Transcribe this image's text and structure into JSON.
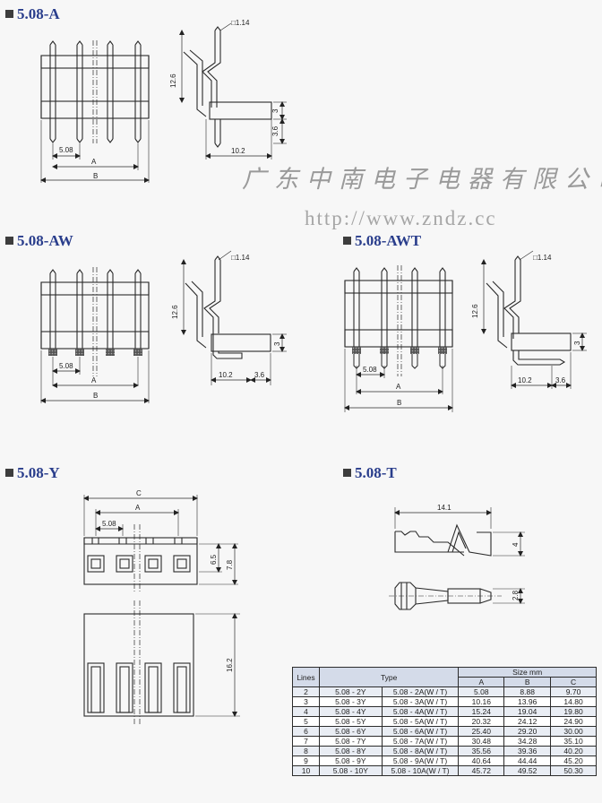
{
  "sections": [
    {
      "id": "a",
      "title": "5.08-A"
    },
    {
      "id": "aw",
      "title": "5.08-AW"
    },
    {
      "id": "awt",
      "title": "5.08-AWT"
    },
    {
      "id": "y",
      "title": "5.08-Y"
    },
    {
      "id": "t",
      "title": "5.08-T"
    }
  ],
  "watermark": {
    "company": "广东中南电子电器有限公司",
    "url": "http://www.zndz.cc"
  },
  "dims": {
    "pin_square": "□1.14",
    "pitch": "5.08",
    "A": "A",
    "B": "B",
    "C": "C",
    "h_12_6": "12.6",
    "h_3": "3",
    "h_3_6": "3.6",
    "w_10_2": "10.2",
    "h_6_5": "6.5",
    "h_7_8": "7.8",
    "h_16_2": "16.2",
    "w_14_1": "14.1",
    "h_4": "4",
    "h_2_8": "2.8"
  },
  "table": {
    "header": {
      "lines": "Lines",
      "type": "Type",
      "size": "Size mm",
      "a": "A",
      "b": "B",
      "c": "C"
    },
    "rows": [
      {
        "lines": "2",
        "y": "5.08 - 2Y",
        "a_type": "5.08 - 2A(W / T)",
        "a": "5.08",
        "b": "8.88",
        "c": "9.70"
      },
      {
        "lines": "3",
        "y": "5.08 - 3Y",
        "a_type": "5.08 - 3A(W / T)",
        "a": "10.16",
        "b": "13.96",
        "c": "14.80"
      },
      {
        "lines": "4",
        "y": "5.08 - 4Y",
        "a_type": "5.08 - 4A(W / T)",
        "a": "15.24",
        "b": "19.04",
        "c": "19.80"
      },
      {
        "lines": "5",
        "y": "5.08 - 5Y",
        "a_type": "5.08 - 5A(W / T)",
        "a": "20.32",
        "b": "24.12",
        "c": "24.90"
      },
      {
        "lines": "6",
        "y": "5.08 - 6Y",
        "a_type": "5.08 - 6A(W / T)",
        "a": "25.40",
        "b": "29.20",
        "c": "30.00"
      },
      {
        "lines": "7",
        "y": "5.08 - 7Y",
        "a_type": "5.08 - 7A(W / T)",
        "a": "30.48",
        "b": "34.28",
        "c": "35.10"
      },
      {
        "lines": "8",
        "y": "5.08 - 8Y",
        "a_type": "5.08 - 8A(W / T)",
        "a": "35.56",
        "b": "39.36",
        "c": "40.20"
      },
      {
        "lines": "9",
        "y": "5.08 - 9Y",
        "a_type": "5.08 - 9A(W / T)",
        "a": "40.64",
        "b": "44.44",
        "c": "45.20"
      },
      {
        "lines": "10",
        "y": "5.08 - 10Y",
        "a_type": "5.08 - 10A(W / T)",
        "a": "45.72",
        "b": "49.52",
        "c": "50.30"
      }
    ]
  }
}
